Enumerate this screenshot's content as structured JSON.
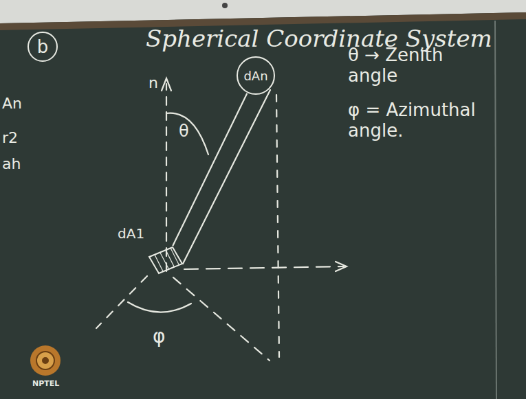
{
  "diagram": {
    "title": "Spherical Coordinate System",
    "nodes": [
      {
        "text": [
          "b"
        ]
      },
      {
        "text": [
          "dA1"
        ]
      },
      {
        "text": [
          "dAn"
        ]
      }
    ],
    "edges": [
      {
        "from": 1,
        "to": 2,
        "arrow": "none"
      }
    ],
    "labels": [
      "n",
      "θ",
      "θ → Zenith angle",
      "φ = Azimuthal angle.",
      "φ",
      "An",
      "r2",
      "ah",
      "NPTEL"
    ]
  }
}
